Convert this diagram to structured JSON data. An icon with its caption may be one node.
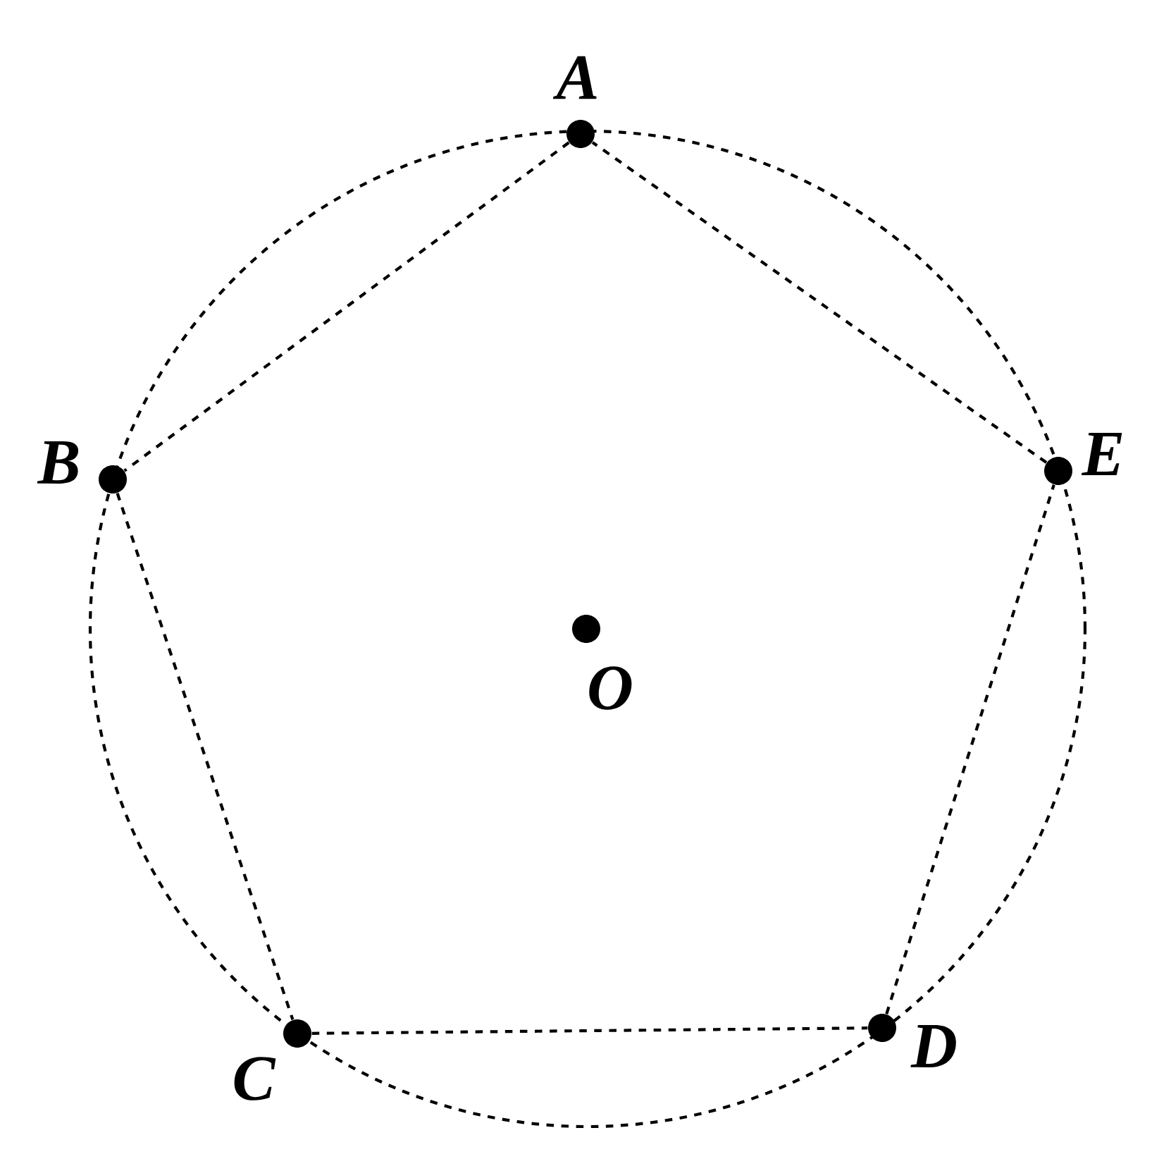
{
  "diagram": {
    "nodes": [
      {
        "text": [
          "A"
        ]
      },
      {
        "text": [
          "B"
        ]
      },
      {
        "text": [
          "C"
        ]
      },
      {
        "text": [
          "D"
        ]
      },
      {
        "text": [
          "E"
        ]
      },
      {
        "text": [
          "O"
        ]
      }
    ],
    "edges": [
      {
        "from": 0,
        "to": 1,
        "arrow": "none",
        "style": "dashed"
      },
      {
        "from": 1,
        "to": 2,
        "arrow": "none",
        "style": "dashed"
      },
      {
        "from": 2,
        "to": 3,
        "arrow": "none",
        "style": "dashed"
      },
      {
        "from": 3,
        "to": 4,
        "arrow": "none",
        "style": "dashed"
      },
      {
        "from": 4,
        "to": 0,
        "arrow": "none",
        "style": "dashed"
      }
    ]
  }
}
